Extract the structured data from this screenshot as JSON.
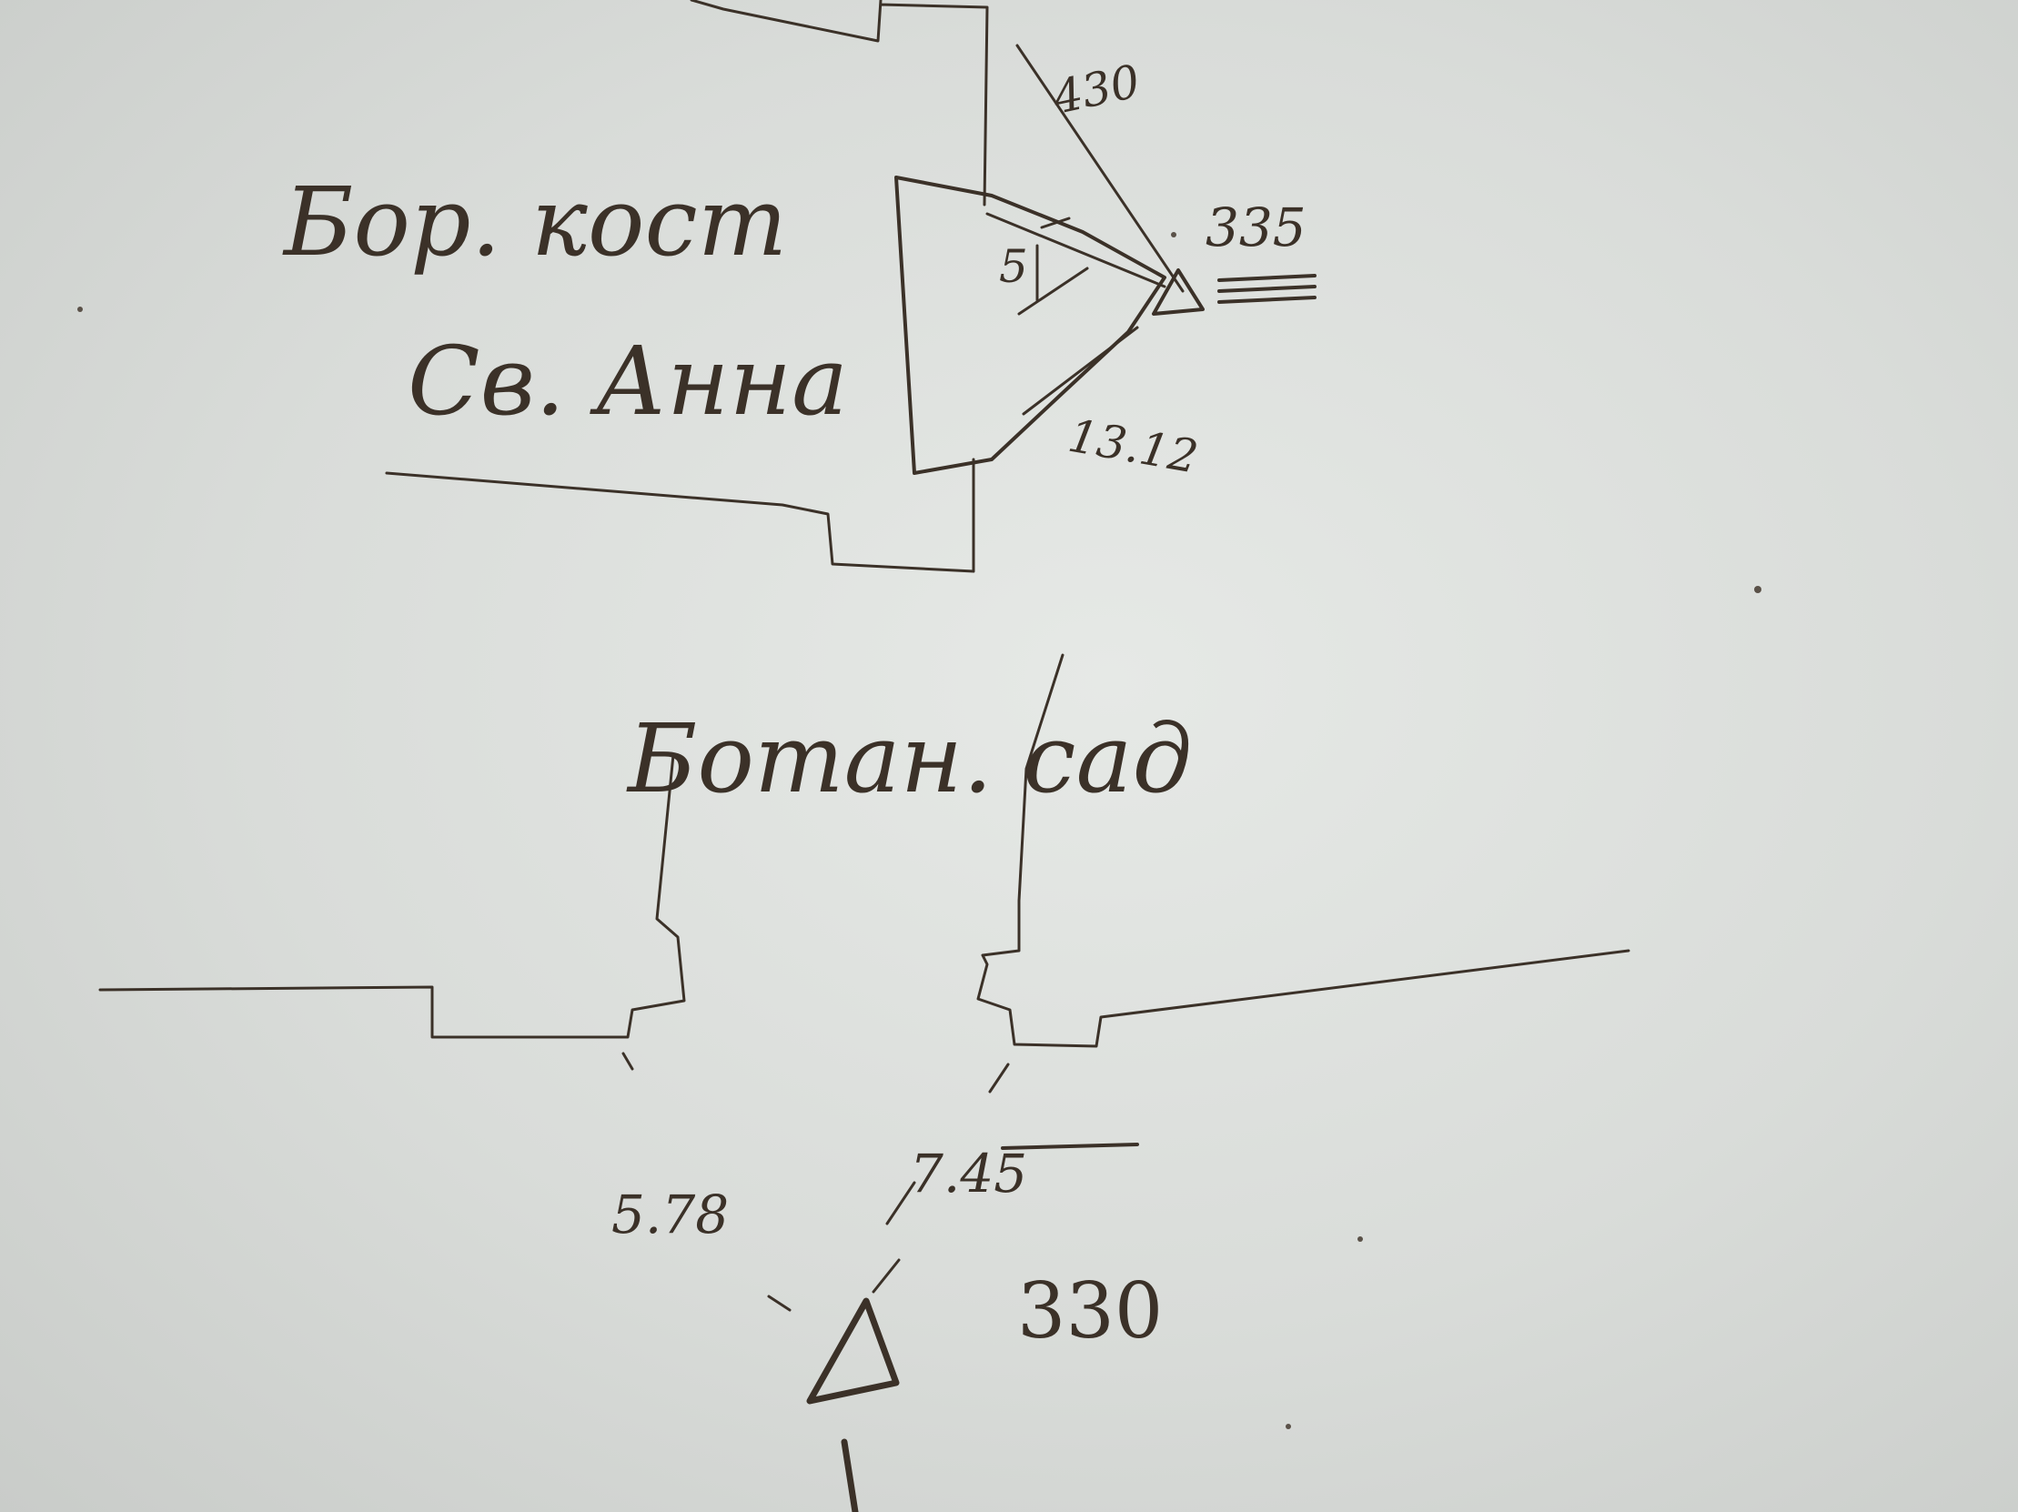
{
  "sketch_upper": {
    "label_line1": "Бор. кост",
    "label_line2": "Св. Анна",
    "distance_north": "430",
    "distance_south": "13.12",
    "small_mark": "5",
    "station_number": "335"
  },
  "sketch_lower": {
    "label": "Ботан. сад",
    "distance_left": "5.78",
    "distance_right": "7.45",
    "station_number": "330"
  },
  "colors": {
    "paper": "#dfe2df",
    "ink": "#3b3128"
  }
}
